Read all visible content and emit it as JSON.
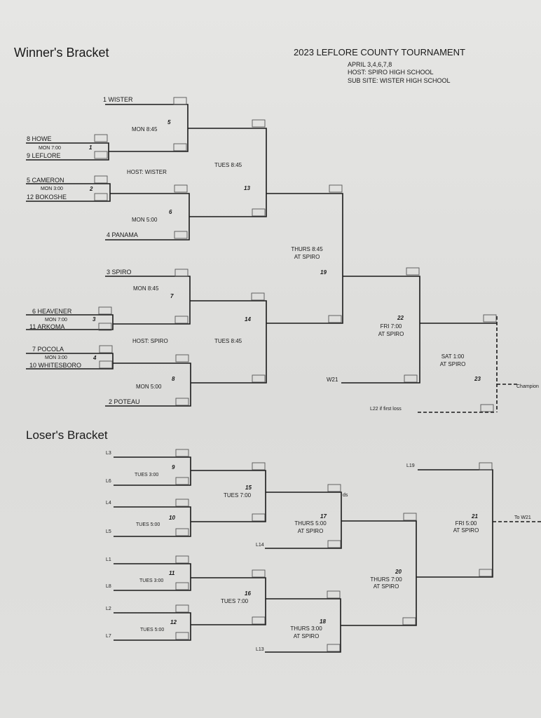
{
  "winners_title": "Winner's Bracket",
  "losers_title": "Loser's Bracket",
  "header": {
    "title": "2023 LEFLORE COUNTY TOURNAMENT",
    "dates": "APRIL 3,4,6,7,8",
    "host": "HOST: SPIRO HIGH SCHOOL",
    "subsite": "SUB SITE: WISTER HIGH SCHOOL"
  },
  "teams": {
    "t1": "1 WISTER",
    "t8": "8 HOWE",
    "t9": "9 LEFLORE",
    "t5": "5 CAMERON",
    "t12": "12 BOKOSHE",
    "t4": "4 PANAMA",
    "t3": "3 SPIRO",
    "t6": "6 HEAVENER",
    "t11": "11 ARKOMA",
    "t7": "7 POCOLA",
    "t10": "10 WHITESBORO",
    "t2": "2 POTEAU"
  },
  "winners": {
    "g1": {
      "num": "1",
      "time": "MON 7:00"
    },
    "g2": {
      "num": "2",
      "time": "MON 3:00"
    },
    "g3": {
      "num": "3",
      "time": "MON 7:00"
    },
    "g4": {
      "num": "4",
      "time": "MON 3:00"
    },
    "g5": {
      "num": "5",
      "time": "MON 8:45"
    },
    "g6": {
      "num": "6",
      "time": "MON 5:00"
    },
    "g7": {
      "num": "7",
      "time": "MON 8:45"
    },
    "g8": {
      "num": "8",
      "time": "MON 5:00"
    },
    "host_wister": "HOST: WISTER",
    "host_spiro": "HOST: SPIRO",
    "g13": {
      "num": "13",
      "time": "TUES 8:45"
    },
    "g14": {
      "num": "14",
      "time": "TUES 8:45"
    },
    "g19": {
      "num": "19",
      "time": "THURS 8:45",
      "site": "AT SPIRO"
    },
    "g22": {
      "num": "22",
      "time": "FRI 7:00",
      "site": "AT SPIRO"
    },
    "g23": {
      "num": "23",
      "time": "SAT 1:00",
      "site": "AT SPIRO"
    },
    "w21": "W21",
    "l22": "L22 if first loss",
    "champion": "Champion"
  },
  "losers": {
    "l3": "L3",
    "l6": "L6",
    "l4": "L4",
    "l5": "L5",
    "l1": "L1",
    "l8": "L8",
    "l2": "L2",
    "l7": "L7",
    "l14": "L14",
    "l13": "L13",
    "l19": "L19",
    "g9": {
      "num": "9",
      "time": "TUES 3:00"
    },
    "g10": {
      "num": "10",
      "time": "TUES 5:00"
    },
    "g11": {
      "num": "11",
      "time": "TUES 3:00"
    },
    "g12": {
      "num": "12",
      "time": "TUES 5:00"
    },
    "g15": {
      "num": "15",
      "time": "TUES 7:00"
    },
    "g16": {
      "num": "16",
      "time": "TUES 7:00"
    },
    "g17": {
      "num": "17",
      "time": "THURS 5:00",
      "site": "AT SPIRO"
    },
    "g18": {
      "num": "18",
      "time": "THURS 3:00",
      "site": "AT SPIRO"
    },
    "g20": {
      "num": "20",
      "time": "THURS 7:00",
      "site": "AT SPIRO"
    },
    "g21": {
      "num": "21",
      "time": "FRI 5:00",
      "site": "AT SPIRO"
    },
    "ds": "ds",
    "to_w21": "To W21"
  }
}
